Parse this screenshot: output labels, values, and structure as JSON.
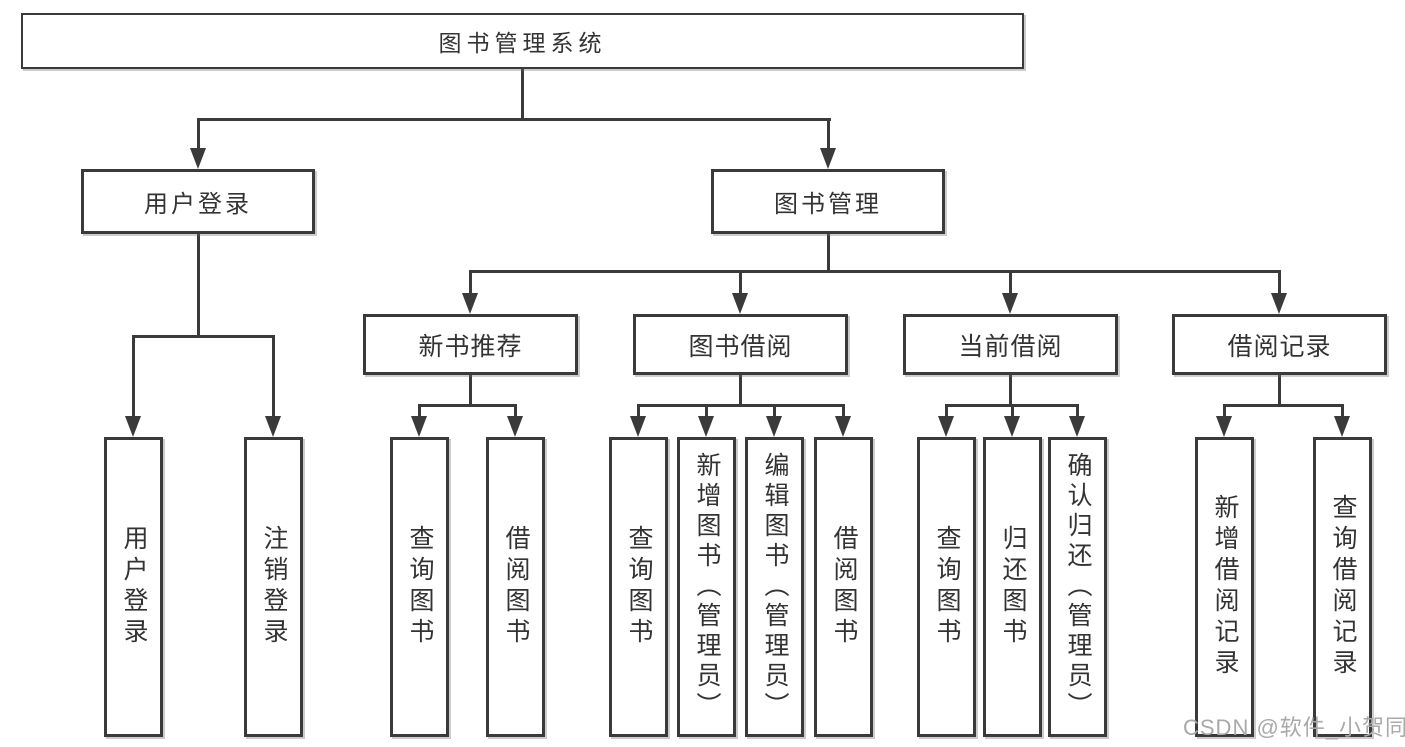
{
  "tree": {
    "root": "图书管理系统",
    "children": [
      {
        "label": "用户登录",
        "children": [
          "用户登录",
          "注销登录"
        ]
      },
      {
        "label": "图书管理",
        "children": [
          {
            "label": "新书推荐",
            "children": [
              "查询图书",
              "借阅图书"
            ]
          },
          {
            "label": "图书借阅",
            "children": [
              "查询图书",
              "新增图书（管理员）",
              "编辑图书（管理员）",
              "借阅图书"
            ]
          },
          {
            "label": "当前借阅",
            "children": [
              "查询图书",
              "归还图书",
              "确认归还（管理员）"
            ]
          },
          {
            "label": "借阅记录",
            "children": [
              "新增借阅记录",
              "查询借阅记录"
            ]
          }
        ]
      }
    ]
  },
  "watermark": {
    "text": "CSDN @软件_小贺同学"
  },
  "colors": {
    "line": "#3a3a3a",
    "text": "#333333",
    "watermark": "#a9a9a9",
    "background": "#ffffff"
  }
}
